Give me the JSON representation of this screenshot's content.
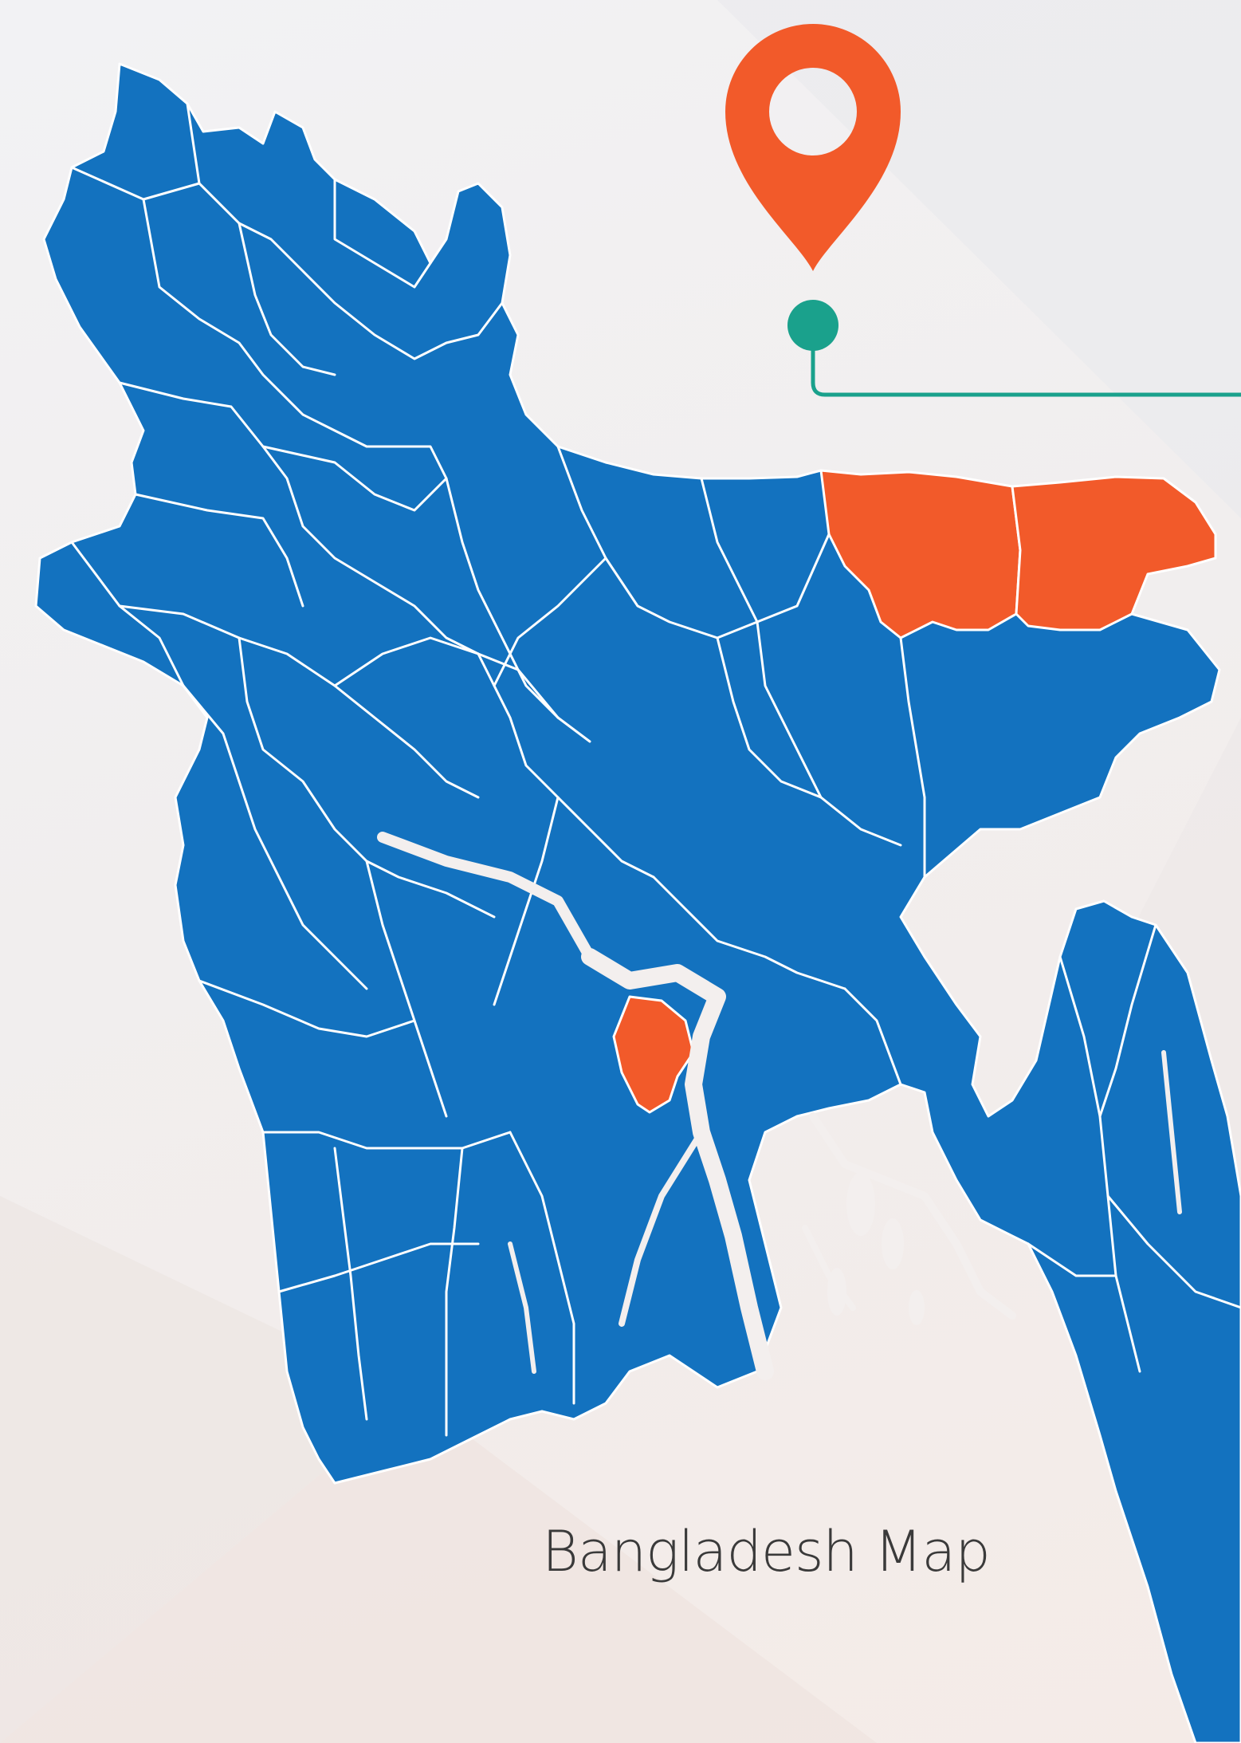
{
  "map": {
    "title": "Bangladesh Map",
    "colors": {
      "land": "#1372bf",
      "highlight": "#f25a2a",
      "pin": "#f25a2a",
      "connector": "#1aa18c",
      "border": "#ffffff",
      "river": "#f3efee",
      "title_text": "#3a3a3a"
    },
    "highlighted_regions": [
      "sunamganj-district",
      "sylhet-district",
      "dhaka-district"
    ],
    "icons": [
      "location-pin-icon",
      "connector-dot-icon"
    ]
  }
}
